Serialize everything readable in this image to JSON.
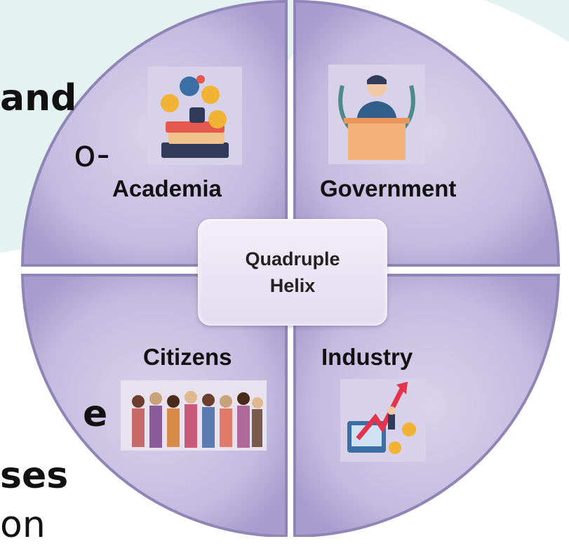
{
  "colors": {
    "background_blob": "#e4f2f2",
    "quadrant_fill": "#bdb5d8",
    "quadrant_edge": "#8f85b6",
    "center_box": "#ebe6f4",
    "text": "#111111"
  },
  "side_text": {
    "line1": "and",
    "line2": "o-",
    "line3": "e",
    "line4": "ses",
    "line5": "on"
  },
  "diagram": {
    "center": {
      "line1": "Quadruple",
      "line2": "Helix"
    },
    "quadrants": [
      {
        "label": "Academia",
        "icon": "books-science-icon"
      },
      {
        "label": "Government",
        "icon": "official-podium-icon"
      },
      {
        "label": "Citizens",
        "icon": "people-crowd-icon"
      },
      {
        "label": "Industry",
        "icon": "growth-chart-icon"
      }
    ]
  }
}
